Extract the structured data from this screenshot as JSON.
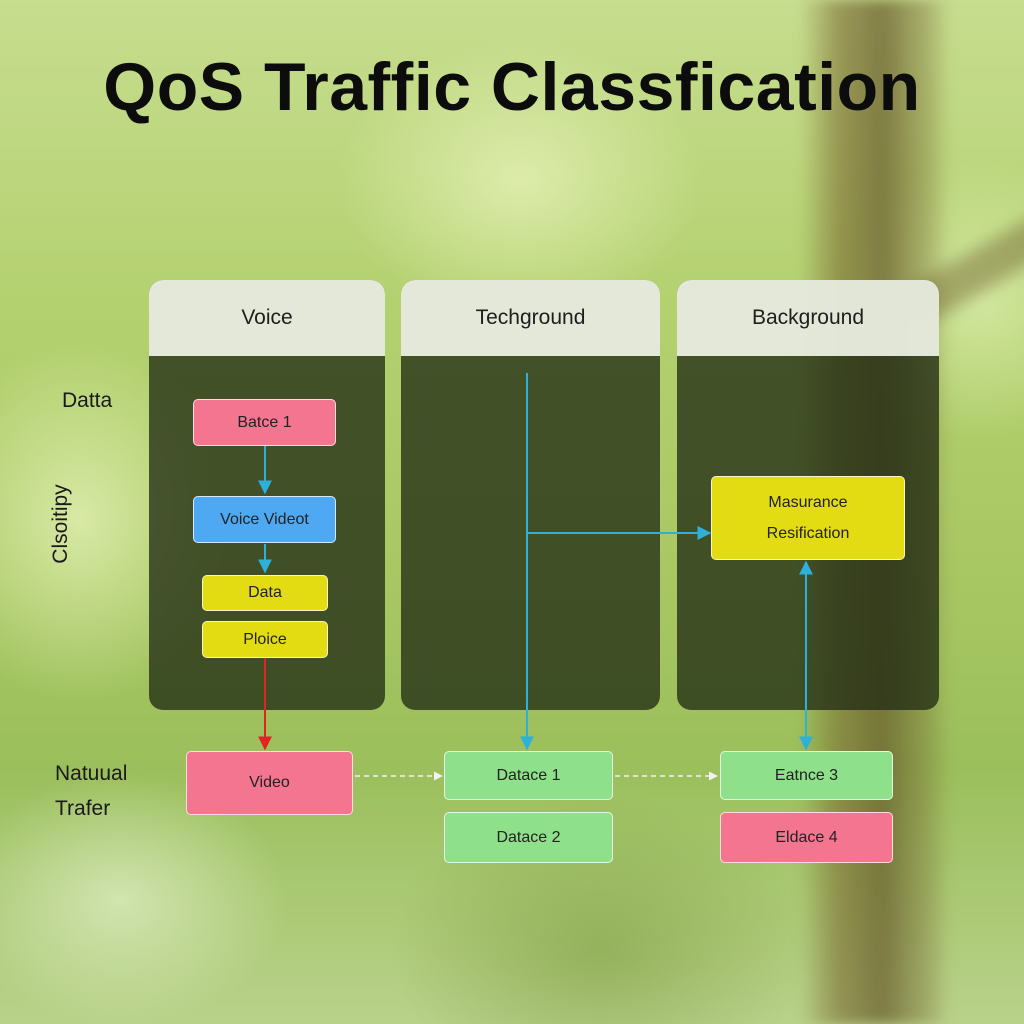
{
  "title": "QoS Traffic Classfication",
  "columns": [
    {
      "label": "Voice"
    },
    {
      "label": "Techground"
    },
    {
      "label": "Background"
    }
  ],
  "side_labels": {
    "top": "Datta",
    "rotated": "Clsoitipy",
    "bottom_line1": "Natuual",
    "bottom_line2": "Trafer"
  },
  "nodes": {
    "datce1": "Batce 1",
    "voice_videot": "Voice Videot",
    "data": "Data",
    "ploice": "Ploice",
    "masurance_line1": "Masurance",
    "masurance_line2": "Resification",
    "video": "Video",
    "datace1": "Datace 1",
    "datace2": "Datace 2",
    "eatnce3": "Eatnce 3",
    "eldace4": "Eldace 4"
  },
  "colors": {
    "pink": "#f47590",
    "blue": "#4fa9f2",
    "yellow": "#e3dc12",
    "green": "#8fe08a",
    "cyan_arrow": "#2fb0d8",
    "red_arrow": "#e02424"
  }
}
